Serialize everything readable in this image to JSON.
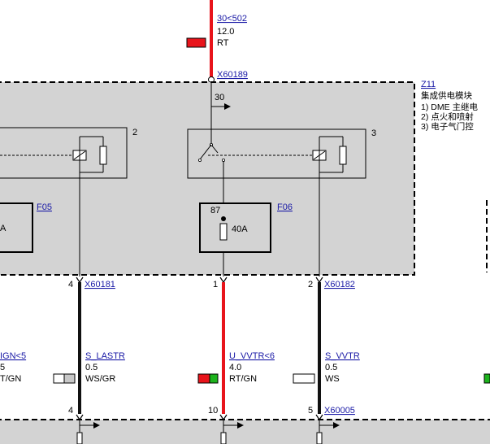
{
  "colors": {
    "wire_red": "#e8141b",
    "wire_black": "#111111",
    "module_fill": "#d3d3d3",
    "link_blue": "#1a1aa6",
    "swatch_green": "#1db31d",
    "swatch_white": "#ffffff",
    "swatch_gray": "#c8c8c8"
  },
  "top_wire": {
    "ref": "30<502",
    "size": "12.0",
    "color_code": "RT"
  },
  "connector_top": "X60189",
  "terminal_30": "30",
  "module": {
    "ref": "Z11",
    "title": "集成供电模块",
    "items": [
      "1)  DME 主继电",
      "2)  点火和喷射",
      "3)  电子气门控"
    ]
  },
  "relays": {
    "pin_2": "2",
    "pin_3": "3"
  },
  "fuses": [
    {
      "ref": "F05",
      "rating": "A"
    },
    {
      "ref": "F06",
      "rating": "40A",
      "pin": "87"
    }
  ],
  "mid_pins": [
    {
      "pin": "4",
      "connector": "X60181"
    },
    {
      "pin": "1",
      "connector": ""
    },
    {
      "pin": "2",
      "connector": "X60182"
    }
  ],
  "wires": [
    {
      "ref": "IGN<5",
      "size": "5",
      "color_code": "T/GN"
    },
    {
      "ref": "S_LASTR",
      "size": "0.5",
      "color_code": "WS/GR"
    },
    {
      "ref": "U_VVTR<6",
      "size": "4.0",
      "color_code": "RT/GN"
    },
    {
      "ref": "S_VVTR",
      "size": "0.5",
      "color_code": "WS"
    }
  ],
  "bottom_pins": [
    {
      "pin": "4",
      "connector": ""
    },
    {
      "pin": "10",
      "connector": ""
    },
    {
      "pin": "5",
      "connector": "X60005"
    }
  ]
}
